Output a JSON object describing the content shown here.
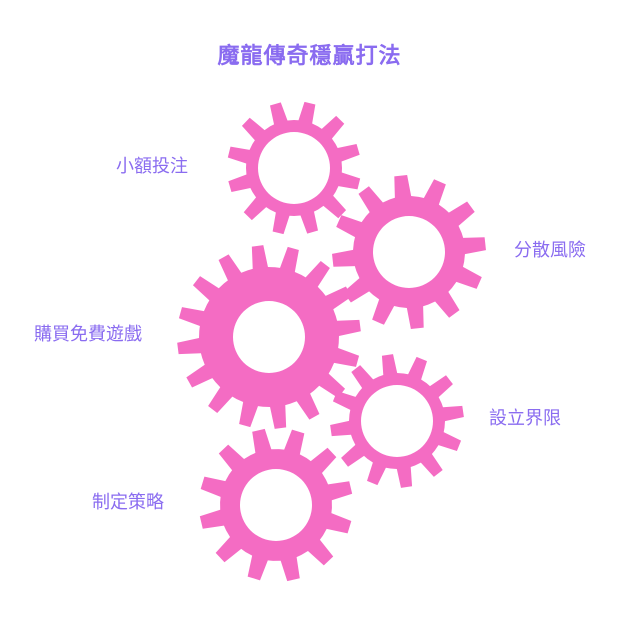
{
  "title": "魔龍傳奇穩贏打法",
  "colors": {
    "gear": "#f46cc3",
    "text": "#8a6cf0",
    "background": "#ffffff"
  },
  "items": [
    {
      "label": "小額投注"
    },
    {
      "label": "分散風險"
    },
    {
      "label": "購買免費遊戲"
    },
    {
      "label": "設立界限"
    },
    {
      "label": "制定策略"
    }
  ]
}
